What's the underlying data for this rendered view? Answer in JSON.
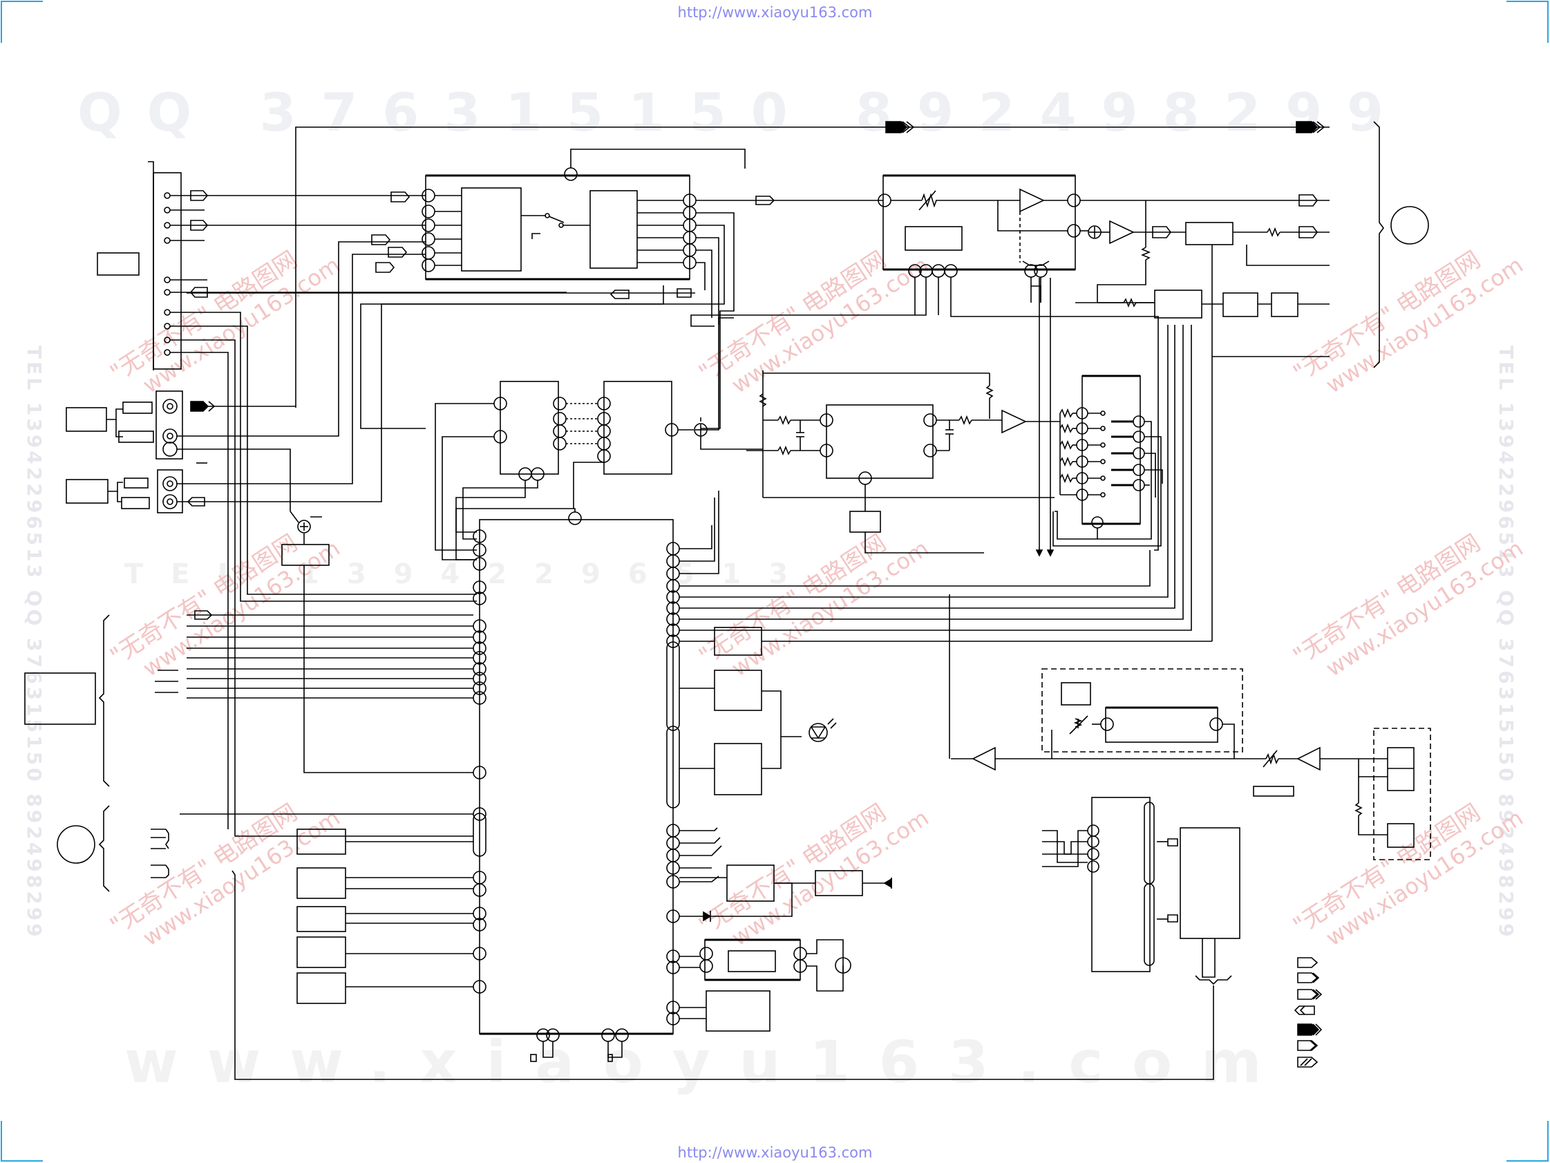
{
  "header": {
    "url": "http://www.xiaoyu163.com"
  },
  "footer": {
    "url": "http://www.xiaoyu163.com"
  },
  "watermarks": {
    "row1": "QQ 376315150  892498299",
    "row2": "TEL 13942296513",
    "row3": "www.xiaoyu163.com",
    "side_left": "TEL 13942296513  QQ 376315150  892498299",
    "side_right": "TEL 13942296513  QQ 376315150  892498299",
    "stamp_line1": "\"无奇不有\" 电路图网",
    "stamp_line2": "www.xiaoyu163.com"
  },
  "colors": {
    "line": "#000000",
    "url": "#8a8aee",
    "watermark": "#eef0f4",
    "stamp": "#f3c4c4",
    "frame": "#29a6e0"
  }
}
